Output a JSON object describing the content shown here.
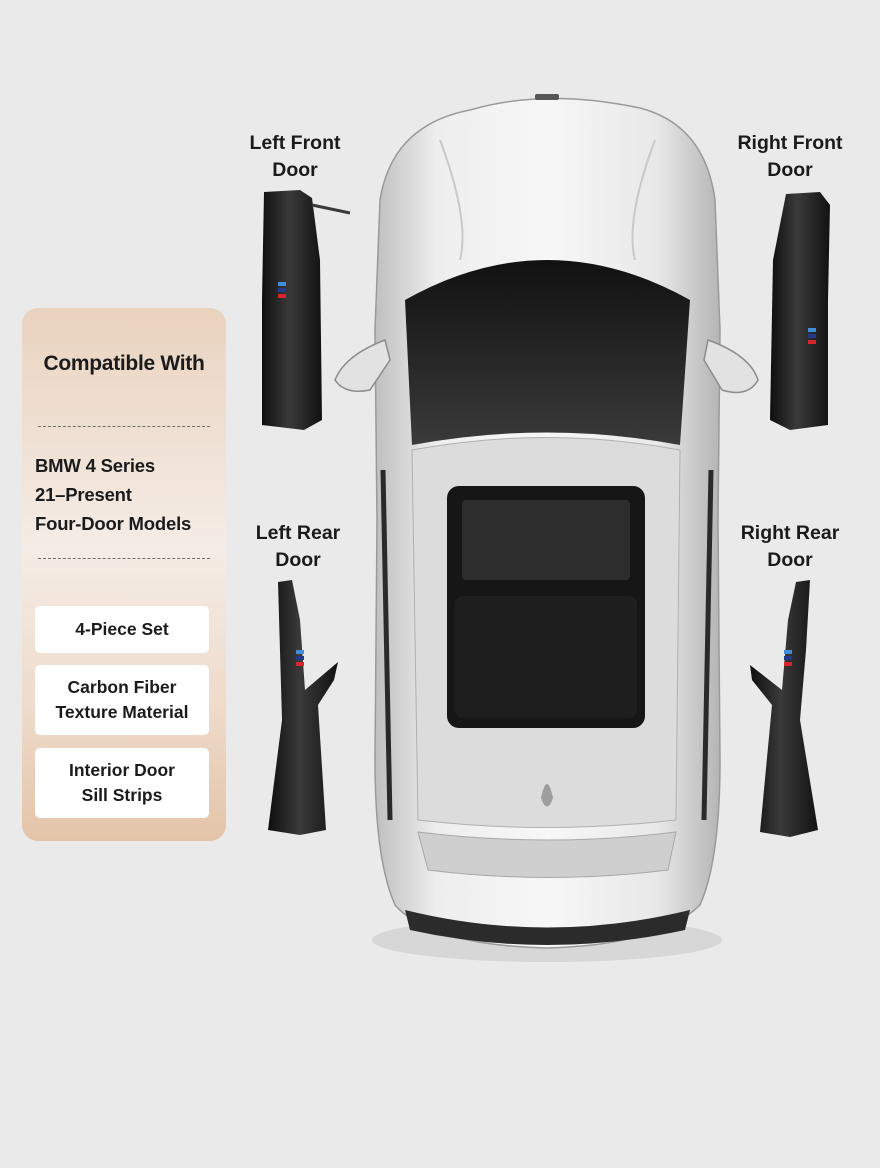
{
  "panel": {
    "heading": "Compatible With",
    "compat_lines": [
      "BMW 4 Series",
      "21–Present",
      "Four-Door Models"
    ],
    "features": [
      {
        "lines": [
          "4-Piece Set"
        ]
      },
      {
        "lines": [
          "Carbon Fiber",
          "Texture Material"
        ]
      },
      {
        "lines": [
          "Interior Door",
          "Sill Strips"
        ]
      }
    ],
    "gradient_top": "#ead3bf",
    "gradient_bottom": "#e3c4a8"
  },
  "doors": {
    "left_front": [
      "Left Front",
      "Door"
    ],
    "right_front": [
      "Right Front",
      "Door"
    ],
    "left_rear": [
      "Left Rear",
      "Door"
    ],
    "right_rear": [
      "Right Rear",
      "Door"
    ]
  },
  "product": {
    "car_color": "#d9d9d9",
    "strip_color": "#1d1d1d",
    "badge_colors": [
      "#3c8fd8",
      "#233a8a",
      "#d6262d"
    ],
    "icons": [
      "car-top-view",
      "carbon-sill-strip"
    ]
  }
}
